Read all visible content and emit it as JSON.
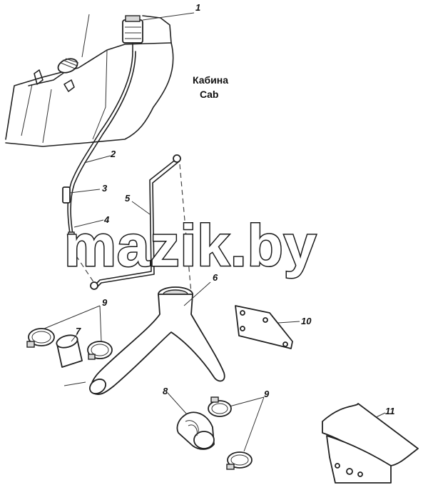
{
  "cab_label": {
    "ru": "Кабина",
    "en": "Cab"
  },
  "watermark": "mazik.by",
  "callouts": [
    {
      "id": "1",
      "text": "1"
    },
    {
      "id": "2",
      "text": "2"
    },
    {
      "id": "3",
      "text": "3"
    },
    {
      "id": "4",
      "text": "4"
    },
    {
      "id": "5",
      "text": "5"
    },
    {
      "id": "6",
      "text": "6"
    },
    {
      "id": "7",
      "text": "7"
    },
    {
      "id": "8",
      "text": "8"
    },
    {
      "id": "9a",
      "text": "9"
    },
    {
      "id": "9b",
      "text": "9"
    },
    {
      "id": "10",
      "text": "10"
    },
    {
      "id": "11",
      "text": "11"
    }
  ]
}
